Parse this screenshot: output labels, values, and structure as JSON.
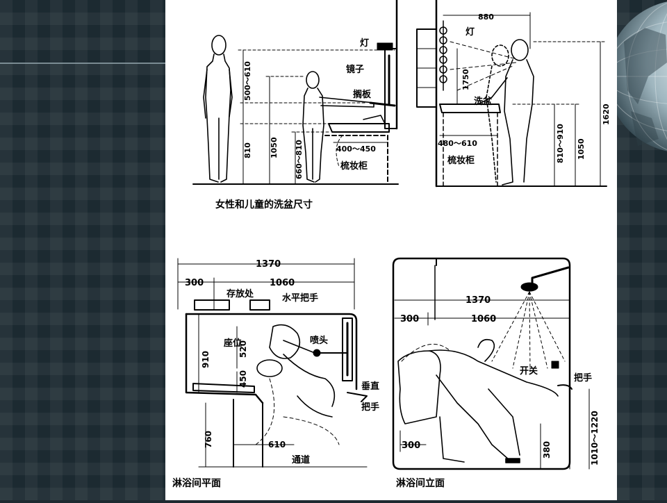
{
  "slide": {
    "top_left": {
      "caption": "女性和儿童的洗盆尺寸",
      "labels": {
        "lamp": "灯",
        "mirror": "镜子",
        "shelf": "搁板",
        "cabinet": "梳妆柜"
      },
      "dims": {
        "d1": "500～610",
        "d2": "810",
        "d3": "1050",
        "d4": "660～810",
        "d5": "400～450"
      }
    },
    "top_right": {
      "labels": {
        "lamp": "灯",
        "basin": "洗盆",
        "cabinet": "梳妆柜"
      },
      "dims": {
        "d1": "880",
        "d2": "1750",
        "d3": "480～610",
        "d4": "810～910",
        "d5": "1050",
        "d6": "1620"
      }
    },
    "bottom_left": {
      "caption": "淋浴间平面",
      "labels": {
        "storage": "存放处",
        "h_bar": "水平把手",
        "seat": "座位",
        "shower_head": "喷头",
        "v_bar_1": "垂直",
        "v_bar_2": "把手",
        "passage": "通道"
      },
      "dims": {
        "d1": "1370",
        "d2": "300",
        "d3": "1060",
        "d4": "910",
        "d5": "520",
        "d6": "450",
        "d7": "760",
        "d8": "610"
      }
    },
    "bottom_right": {
      "caption": "淋浴间立面",
      "labels": {
        "switch": "开关",
        "handle": "把手"
      },
      "dims": {
        "d1": "1370",
        "d2": "300",
        "d3": "1060",
        "d4": "300",
        "d5": "380",
        "d6": "1010～1220"
      }
    }
  }
}
